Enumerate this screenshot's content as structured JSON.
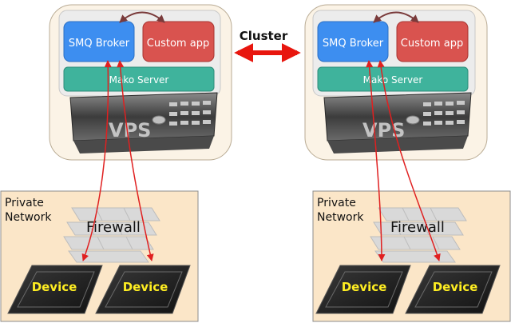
{
  "cluster_label": "Cluster",
  "nodes": [
    {
      "broker_label": "SMQ Broker",
      "app_label": "Custom app",
      "server_label": "Mako Server",
      "vps_label": "VPS",
      "network_label_line1": "Private",
      "network_label_line2": "Network",
      "firewall_label": "Firewall",
      "devices": [
        "Device",
        "Device"
      ]
    },
    {
      "broker_label": "SMQ Broker",
      "app_label": "Custom app",
      "server_label": "Mako Server",
      "vps_label": "VPS",
      "network_label_line1": "Private",
      "network_label_line2": "Network",
      "firewall_label": "Firewall",
      "devices": [
        "Device",
        "Device"
      ]
    }
  ],
  "colors": {
    "cloud_fill": "#fbf3e6",
    "network_fill": "#fbe6c8",
    "broker_fill": "#3d8ef0",
    "app_fill": "#d9534f",
    "server_fill": "#3fb39c",
    "arrow": "#e02020",
    "device_text": "#ffee22",
    "chip_fill": "#262626"
  }
}
